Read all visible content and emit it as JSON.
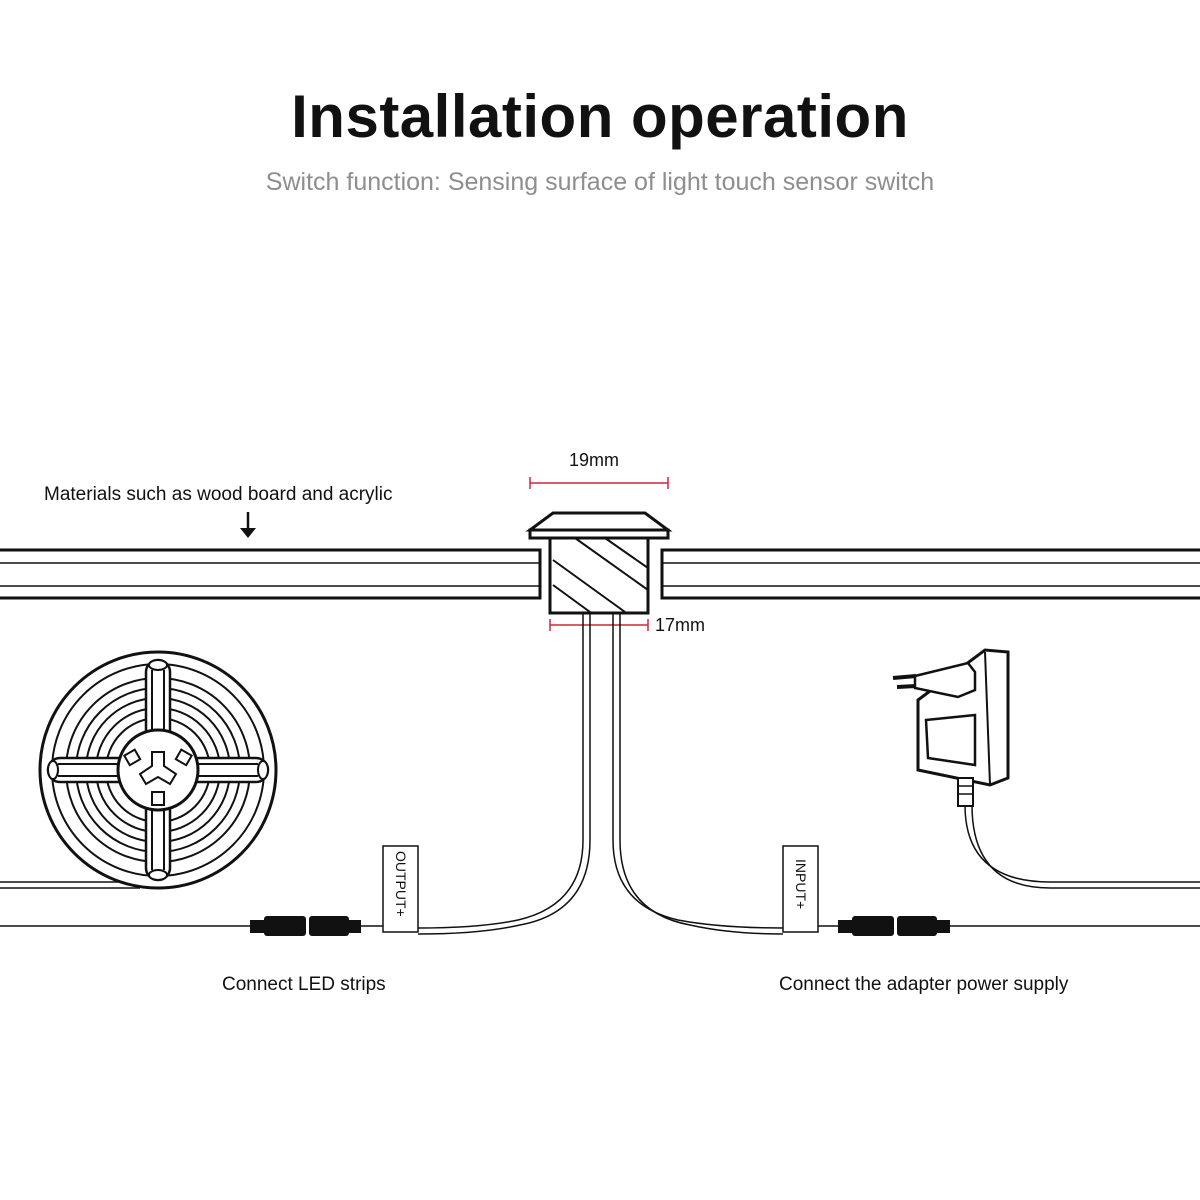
{
  "title": "Installation operation",
  "subtitle": "Switch function: Sensing surface of light touch sensor switch",
  "labels": {
    "materials": "Materials such as wood board and acrylic",
    "width_top": "19mm",
    "width_bottom": "17mm",
    "output": "OUTPUT+",
    "input": "INPUT+",
    "connect_led": "Connect LED strips",
    "connect_adapter": "Connect the adapter power supply"
  },
  "colors": {
    "dimension_line": "#c8283c",
    "line": "#111111",
    "subtitle": "#8e8e8e"
  },
  "icons": {
    "led_reel": "led-strip-reel-icon",
    "adapter": "power-adapter-icon",
    "sensor": "touch-sensor-switch-icon",
    "arrow": "arrow-down-icon"
  }
}
